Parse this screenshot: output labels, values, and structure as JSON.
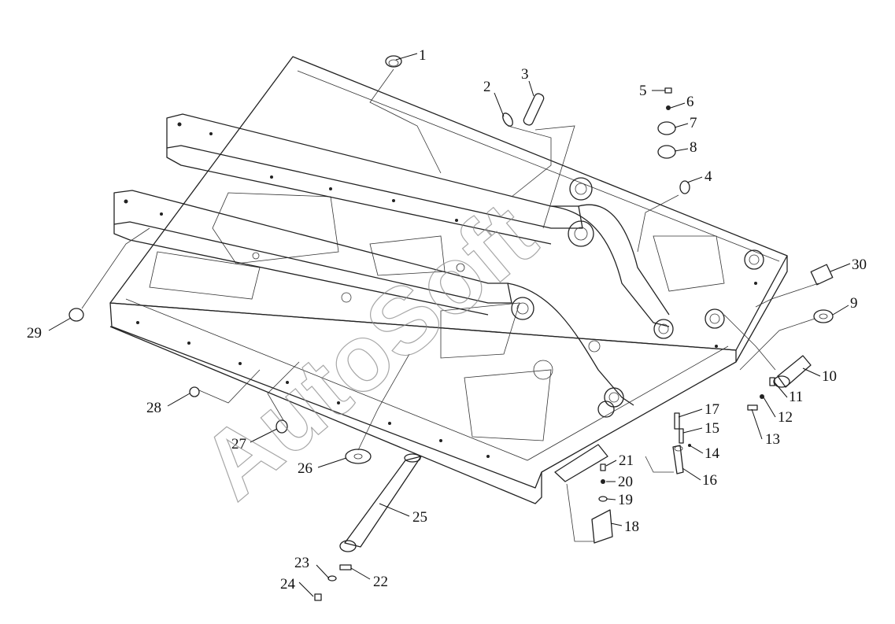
{
  "callouts": [
    "1",
    "2",
    "3",
    "4",
    "5",
    "6",
    "7",
    "8",
    "9",
    "10",
    "11",
    "12",
    "13",
    "14",
    "15",
    "16",
    "17",
    "18",
    "19",
    "20",
    "21",
    "22",
    "23",
    "24",
    "25",
    "26",
    "27",
    "28",
    "29",
    "30"
  ],
  "watermark": "AutoSoft"
}
